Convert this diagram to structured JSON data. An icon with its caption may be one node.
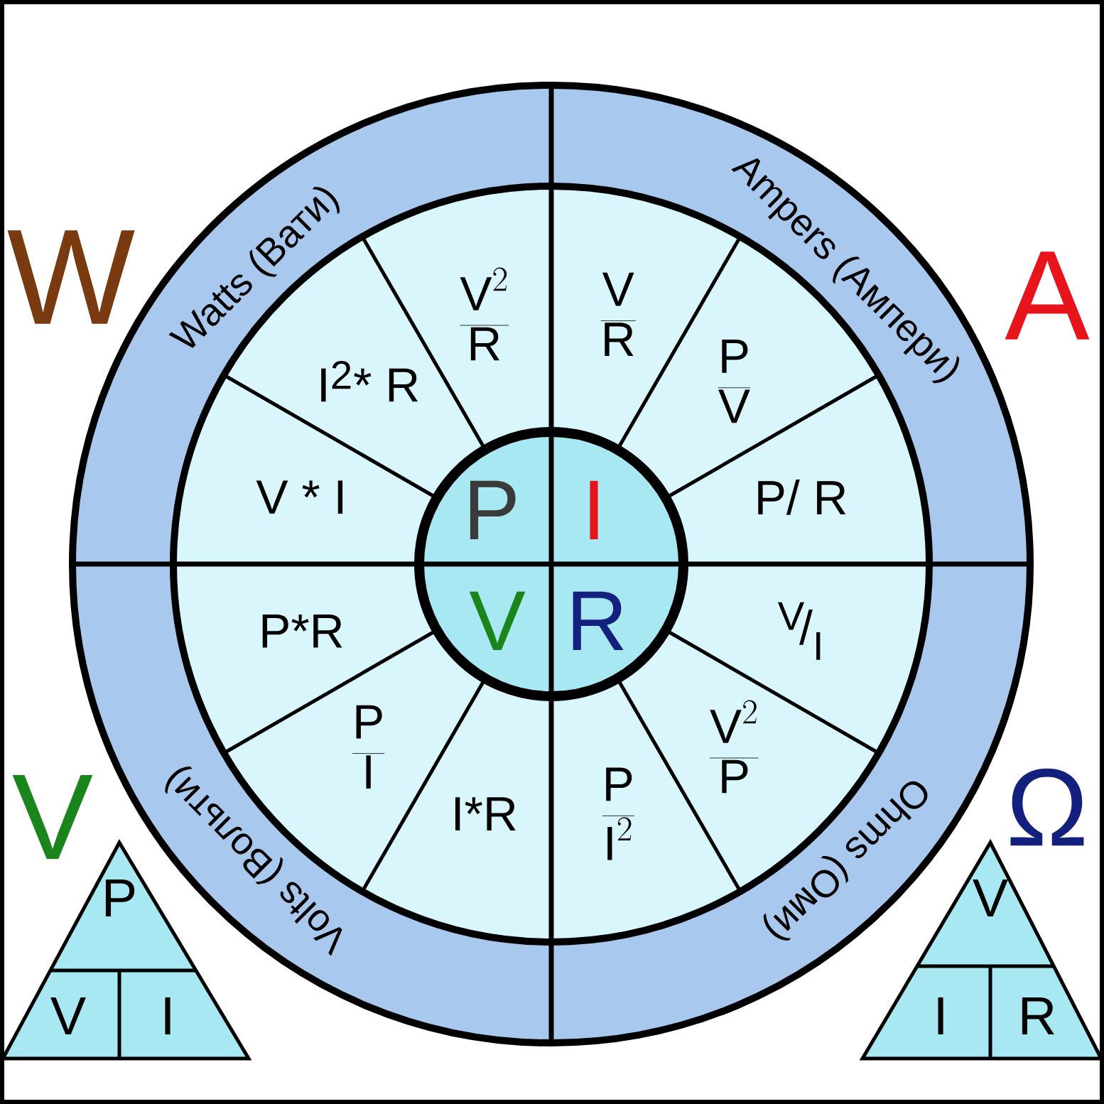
{
  "diagram": {
    "nodes": [
      {
        "text": [
          "Watts (Вати)"
        ]
      },
      {
        "text": [
          "Ampers (Ампери)"
        ]
      },
      {
        "text": [
          "Ohms (Оми)"
        ]
      },
      {
        "text": [
          "Volts (Вольти)"
        ]
      },
      {
        "text": [
          "\\frac{V^{2}}{R}"
        ]
      },
      {
        "text": [
          "\\frac{V}{R}"
        ]
      },
      {
        "text": [
          "\\frac{P}{V}"
        ]
      },
      {
        "text": [
          "P/ R"
        ]
      },
      {
        "text": [
          "{}^{V}\\!/_{I}"
        ]
      },
      {
        "text": [
          "\\frac{V^{2}}{P}"
        ]
      },
      {
        "text": [
          "\\frac{P}{I^{2}}"
        ]
      },
      {
        "text": [
          "I*R"
        ]
      },
      {
        "text": [
          "\\frac{P}{I}"
        ]
      },
      {
        "text": [
          "P*R"
        ]
      },
      {
        "text": [
          "V * I"
        ]
      },
      {
        "text": [
          "I$^{2}$* R"
        ]
      },
      {
        "text": [
          "P",
          "I",
          "V",
          "R"
        ]
      },
      {
        "text": [
          "P",
          "V",
          "I"
        ]
      },
      {
        "text": [
          "V",
          "I",
          "R"
        ]
      }
    ],
    "labels": [
      "W",
      "A",
      "V",
      "Ω"
    ]
  }
}
